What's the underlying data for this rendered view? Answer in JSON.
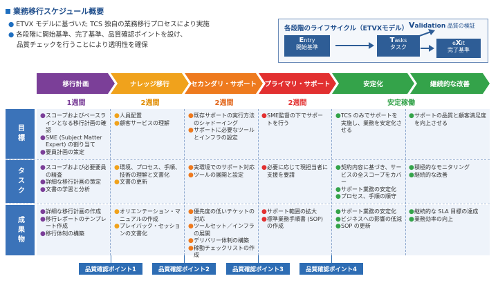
{
  "header": {
    "title": "業務移行スケジュール概要",
    "bullets": [
      "ETVX モデルに基づいた TCS 独自の業務移行プロセスにより実施",
      "各段階に開始基準、完了基準、品質確認ポイントを設け、",
      "品質チェックを行うことにより透明性を確保"
    ]
  },
  "lifecycle": {
    "title": "各段階のライフサイクル（ETVXモデル）",
    "entry_letter": "E",
    "entry_rest": "ntry",
    "entry_sub": "開始基準",
    "tasks_letter": "T",
    "tasks_rest": "asks",
    "tasks_sub": "タスク",
    "validation_letter": "V",
    "validation_rest": "alidation",
    "validation_sub": "品質の検証",
    "exit_pre": "e",
    "exit_letter": "X",
    "exit_rest": "it",
    "exit_sub": "完了基準"
  },
  "phases": [
    {
      "label": "移行計画",
      "duration": "1週間",
      "color": "#7b3f98"
    },
    {
      "label": "ナレッジ移行",
      "duration": "2週間",
      "color": "#f0a21c"
    },
    {
      "label": "セカンダリ・サポート",
      "duration": "2週間",
      "color": "#ee7a1e"
    },
    {
      "label": "プライマリ・サポート",
      "duration": "2週間",
      "color": "#e23030"
    },
    {
      "label": "安定化",
      "duration": "安定稼働",
      "color": "#34a34a"
    },
    {
      "label": "継続的な改善",
      "duration": "",
      "color": "#34a34a"
    }
  ],
  "rows": {
    "goal_label": "目標",
    "task_label": "タスク",
    "deliverable_label": "成果物"
  },
  "cells": {
    "goal": [
      [
        "スコープおよびベースラインとなる移行計画の確認",
        "SME (Subject Matter Expert) の割り当て",
        "要員計画の策定"
      ],
      [
        "人員配置",
        "顧客サービスの理解"
      ],
      [
        "既存サポートの実行方法のシャドーイング",
        "サポートに必要なツールとインフラの設定"
      ],
      [
        "SME監督の下でサポートを行う"
      ],
      [
        "TCS のみでサポートを実施し、業務を安定化させる"
      ],
      [
        "サポートの品質と顧客満足度を向上させる"
      ]
    ],
    "task": [
      [
        "スコープおよび必要要員の精査",
        "詳細な移行計画の策定",
        "文書の学習と分析"
      ],
      [
        "環境、プロセス、手順、技術の理解と文書化",
        "文書の更新"
      ],
      [
        "実環境でのサポート対応",
        "ツールの展開と設定"
      ],
      [
        "必要に応じて現担当者に支援を要請"
      ],
      [
        "契約内容に基づき、サービスの全スコープをカバー",
        "サポート業務の安定化",
        "プロセス、手順の順守"
      ],
      [
        "積極的なモニタリング",
        "継続的な改善"
      ]
    ],
    "deliverable": [
      [
        "詳細な移行計画の作成",
        "移行レポートのテンプレート作成",
        "移行体制の構築"
      ],
      [
        "オリエンテーション・マニュアルの作成",
        "プレイバック・セッションの文書化"
      ],
      [
        "優先度の低いチケットの対応",
        "ツールセット／インフラの展開",
        "デリバリー体制の構築",
        "稼動チェックリストの作成"
      ],
      [
        "サポート範囲の拡大",
        "標準業務手順書 (SOP) の作成"
      ],
      [
        "サポート業務の安定化",
        "ビジネスへの影響の低減",
        "SOP の更新"
      ],
      [
        "継続的な SLA 目標の達成",
        "業務効率の向上"
      ]
    ]
  },
  "quality_points": [
    "品質確認ポイント1",
    "品質確認ポイント2",
    "品質確認ポイント3",
    "品質確認ポイント4"
  ],
  "colors": {
    "goal_bullet": "#7b3f98",
    "task_bullet": "#7b3f98",
    "accent": "#2e6db4"
  }
}
